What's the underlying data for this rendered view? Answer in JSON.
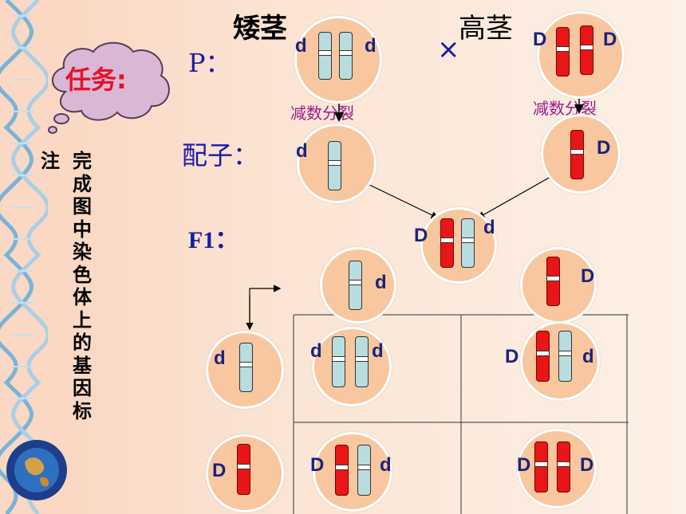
{
  "titles": {
    "short": "矮茎",
    "tall": "高茎",
    "cross": "×"
  },
  "task_label": "任务:",
  "labels": {
    "p": "P：",
    "gamete": "配子：",
    "f1": "F1："
  },
  "meiosis": {
    "left": "减数分裂",
    "right": "减数分裂"
  },
  "note_title": "注",
  "note_text": "完成图中染色体上的基因标",
  "genes": {
    "d": "d",
    "D": "D"
  },
  "colors": {
    "recessive": "#b9dcde",
    "dominant": "#e81616",
    "cell": "#f8c79f",
    "label": "#1a1aa8",
    "meiosis": "#9b1c8a"
  }
}
